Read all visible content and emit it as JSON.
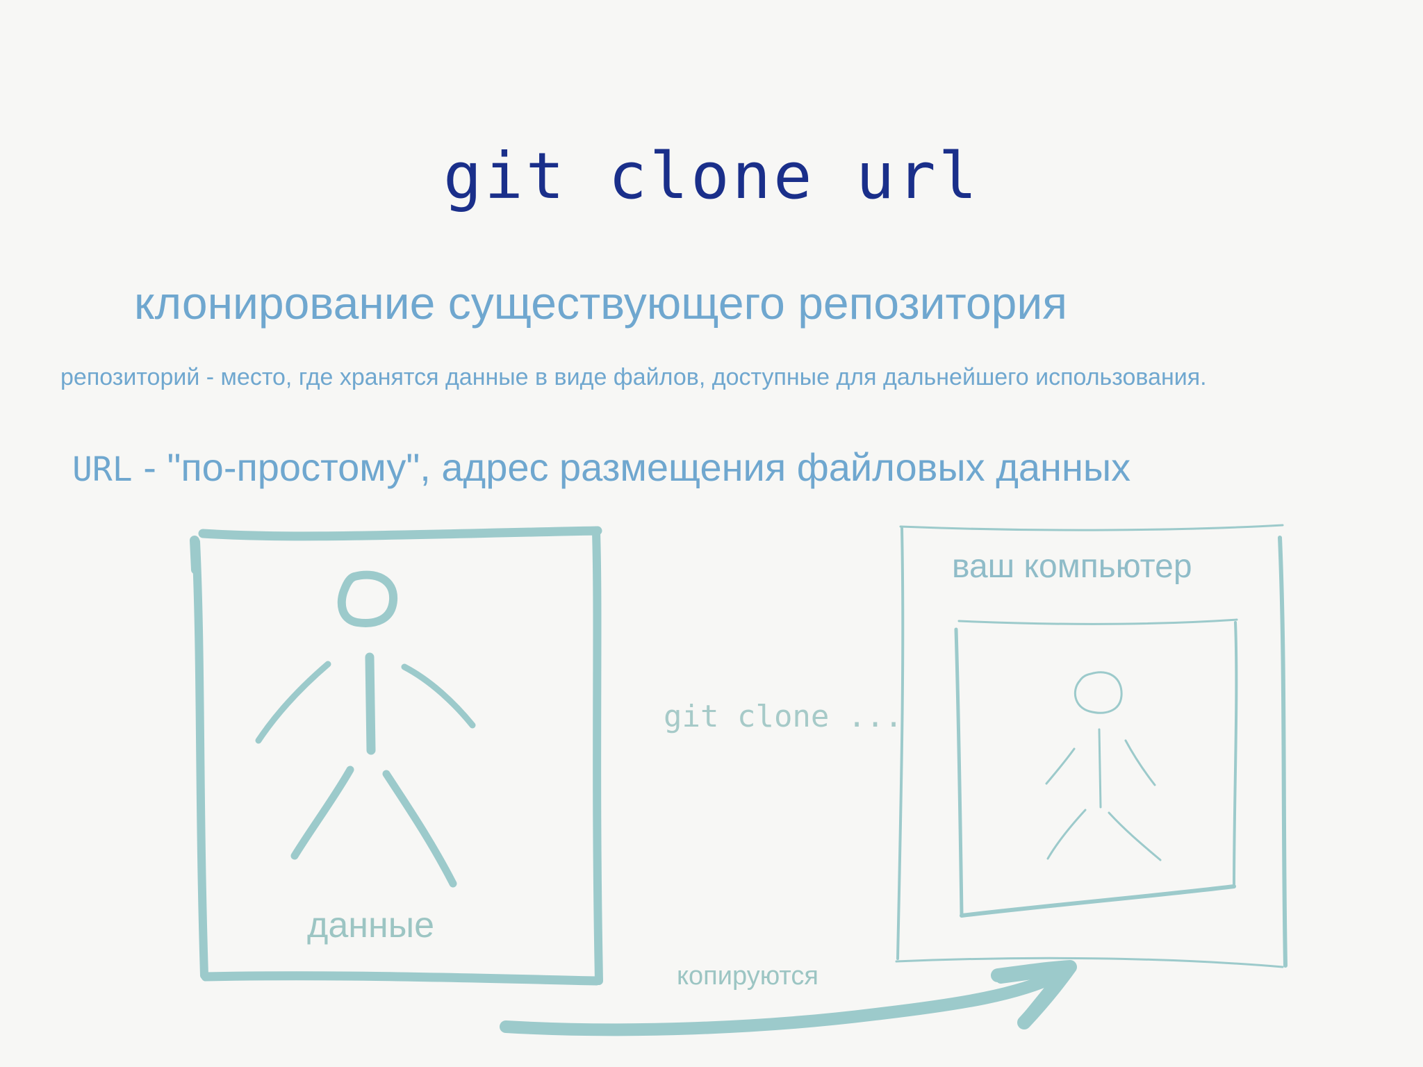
{
  "title": "git clone url",
  "subtitle": "клонирование существующего репозитория",
  "definition": "репозиторий - место, где хранятся данные в виде файлов, доступные для дальнейшего использования.",
  "url_line": {
    "term": "URL",
    "dash": " - ",
    "text": "\"по-простому\", адрес размещения файловых данных"
  },
  "diagram": {
    "source_label": "данные",
    "target_label": "ваш компьютер",
    "command_label": "git clone ...",
    "arrow_label": "копируются"
  },
  "colors": {
    "title": "#1a2f8a",
    "text_blue": "#6fa7cf",
    "teal_stroke": "#9ccacb"
  }
}
